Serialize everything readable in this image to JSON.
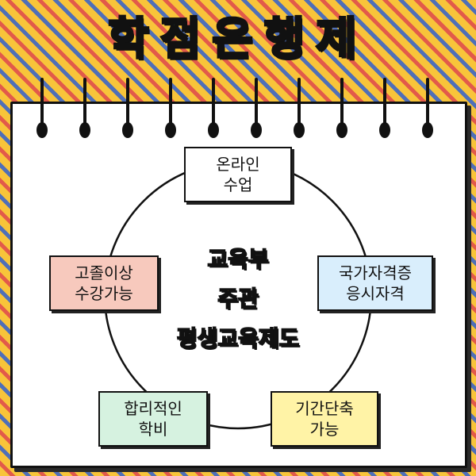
{
  "title": "학점은행제",
  "center_text": [
    "교육부",
    "주관",
    "평생교육제도"
  ],
  "nodes": [
    {
      "label": "온라인\n수업",
      "color": "#ffffff"
    },
    {
      "label": "국가자격증\n응시자격",
      "color": "#d9eefc"
    },
    {
      "label": "기간단축\n가능",
      "color": "#fff3a6"
    },
    {
      "label": "합리적인\n학비",
      "color": "#d6f2e0"
    },
    {
      "label": "고졸이상\n수강가능",
      "color": "#f7c9bd"
    }
  ]
}
